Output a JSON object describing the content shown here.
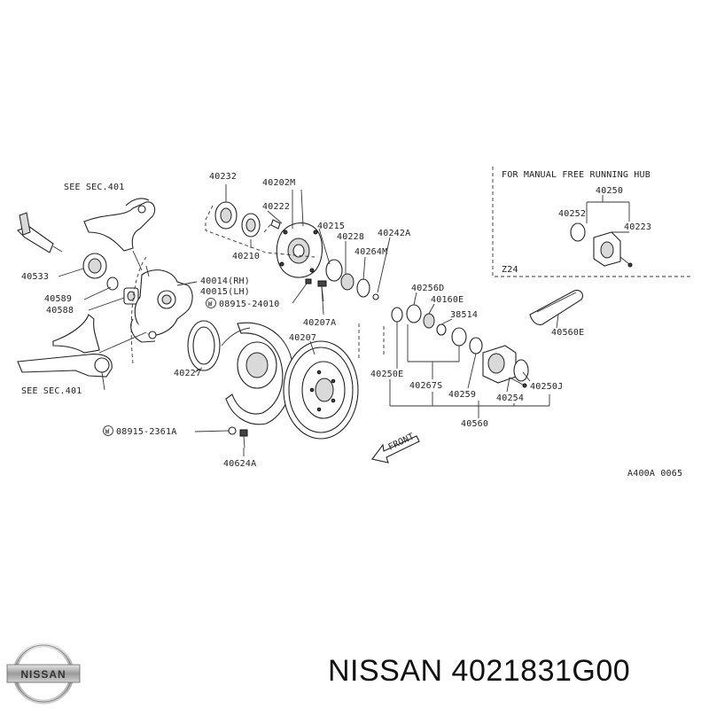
{
  "diagram": {
    "see_sec_top": "SEE SEC.401",
    "see_sec_bottom": "SEE SEC.401",
    "diagram_code": "A400A 0065",
    "front_label": "FRONT",
    "inset_title": "FOR MANUAL FREE RUNNING HUB",
    "inset_model": "Z24",
    "parts": {
      "p40232": "40232",
      "p40202M": "40202M",
      "p40222": "40222",
      "p40210": "40210",
      "p40215": "40215",
      "p40228": "40228",
      "p40242A": "40242A",
      "p40264M": "40264M",
      "p40533": "40533",
      "p40589": "40589",
      "p40588": "40588",
      "p40014": "40014(RH)",
      "p40015": "40015(LH)",
      "p08915_24010": "08915-24010",
      "p40207A": "40207A",
      "p40207": "40207",
      "p40227": "40227",
      "p40256D": "40256D",
      "p40160E": "40160E",
      "p38514": "38514",
      "p40250E": "40250E",
      "p40267S": "40267S",
      "p40259": "40259",
      "p40254": "40254",
      "p40250J": "40250J",
      "p40560": "40560",
      "p40560E": "40560E",
      "p08915_2361A": "08915-2361A",
      "p40624A": "40624A",
      "i40250": "40250",
      "i40252": "40252",
      "i40223": "40223"
    }
  },
  "footer": {
    "brand_logo_text": "NISSAN",
    "part_title": "NISSAN 4021831G00"
  }
}
